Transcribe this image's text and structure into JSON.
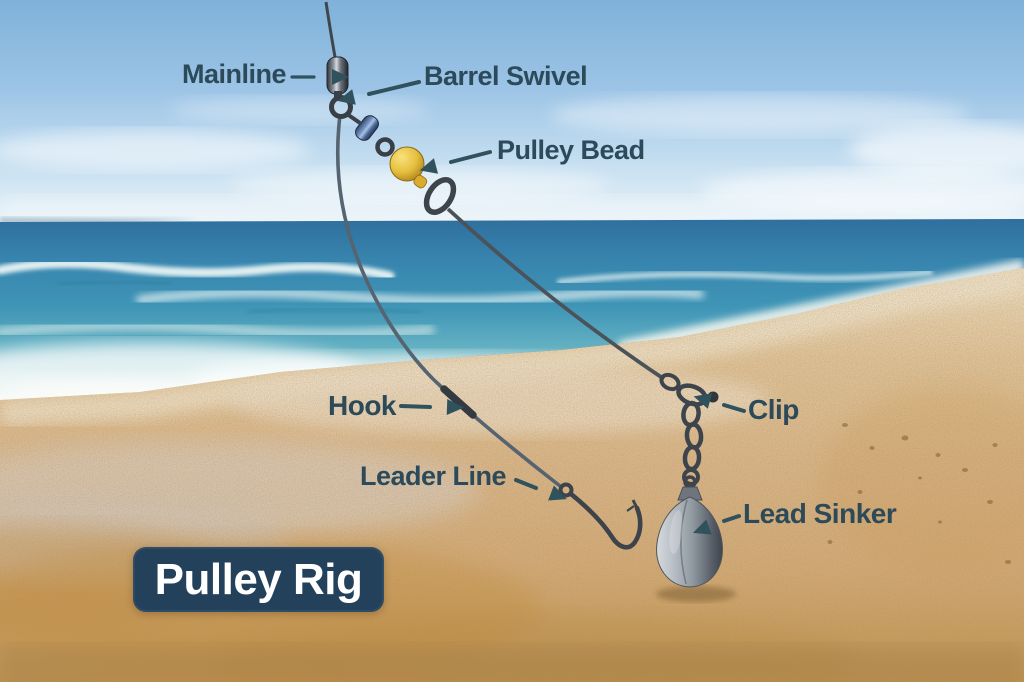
{
  "title_badge": {
    "label": "Pulley Rig"
  },
  "labels": {
    "mainline": "Mainline",
    "barrel_swivel": "Barrel Swivel",
    "pulley_bead": "Pulley Bead",
    "hook": "Hook",
    "leader_line": "Leader Line",
    "clip": "Clip",
    "lead_sinker": "Lead Sinker"
  },
  "colors": {
    "label_text": "#2c4a59",
    "arrow": "#30525c",
    "badge_background": "#24415c",
    "badge_text": "#ffffff",
    "pulley_bead_yellow": "#e5bb3e",
    "swivel_bead_blue": "#5b79ae",
    "metal_dark": "#3d444b",
    "sinker_gray": "#9aa2ab",
    "sea_teal": "#3e8fb4",
    "sand_gold": "#d7b083",
    "sky_blue": "#8fbce2"
  }
}
